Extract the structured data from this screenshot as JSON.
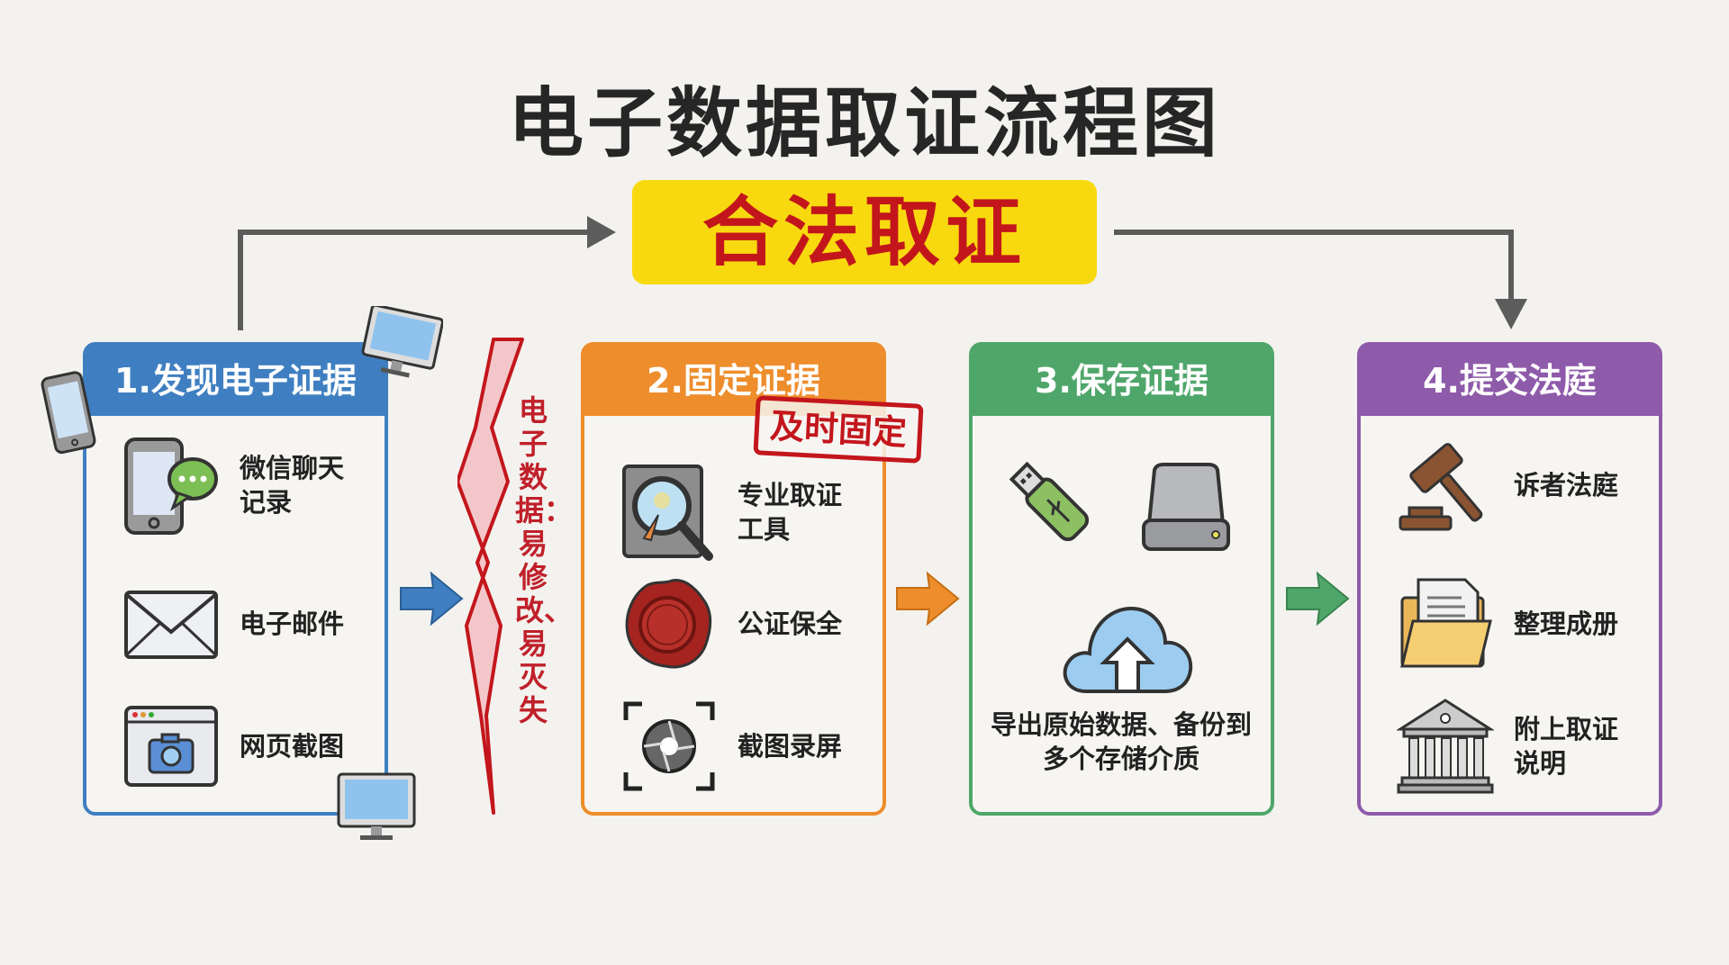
{
  "title": "电子数据取证流程图",
  "banner": "合法取证",
  "warning": "电子数据：易修改、易灭失",
  "stamp": "及时固定",
  "colors": {
    "blue": "#3f7fc1",
    "orange": "#ee8d2c",
    "green": "#4fa66a",
    "purple": "#8e5aaa",
    "red": "#c3161c",
    "yellow": "#f8d90f"
  },
  "panels": [
    {
      "title": "1.发现电子证据",
      "items": [
        {
          "icon": "phone-chat-icon",
          "label": "微信聊天记录"
        },
        {
          "icon": "envelope-icon",
          "label": "电子邮件"
        },
        {
          "icon": "browser-camera-icon",
          "label": "网页截图"
        }
      ]
    },
    {
      "title": "2.固定证据",
      "items": [
        {
          "icon": "disk-magnifier-icon",
          "label": "专业取证工具"
        },
        {
          "icon": "wax-seal-icon",
          "label": "公证保全"
        },
        {
          "icon": "camera-shutter-icon",
          "label": "截图录屏"
        }
      ]
    },
    {
      "title": "3.保存证据",
      "items": [
        {
          "icon": "usb-drive-icon"
        },
        {
          "icon": "hard-drive-icon"
        },
        {
          "icon": "cloud-upload-icon"
        }
      ],
      "text": "导出原始数据、备份到多个存储介质"
    },
    {
      "title": "4.提交法庭",
      "items": [
        {
          "icon": "gavel-icon",
          "label": "诉者法庭"
        },
        {
          "icon": "folder-docs-icon",
          "label": "整理成册"
        },
        {
          "icon": "courthouse-icon",
          "label": "附上取证说明"
        }
      ]
    }
  ]
}
